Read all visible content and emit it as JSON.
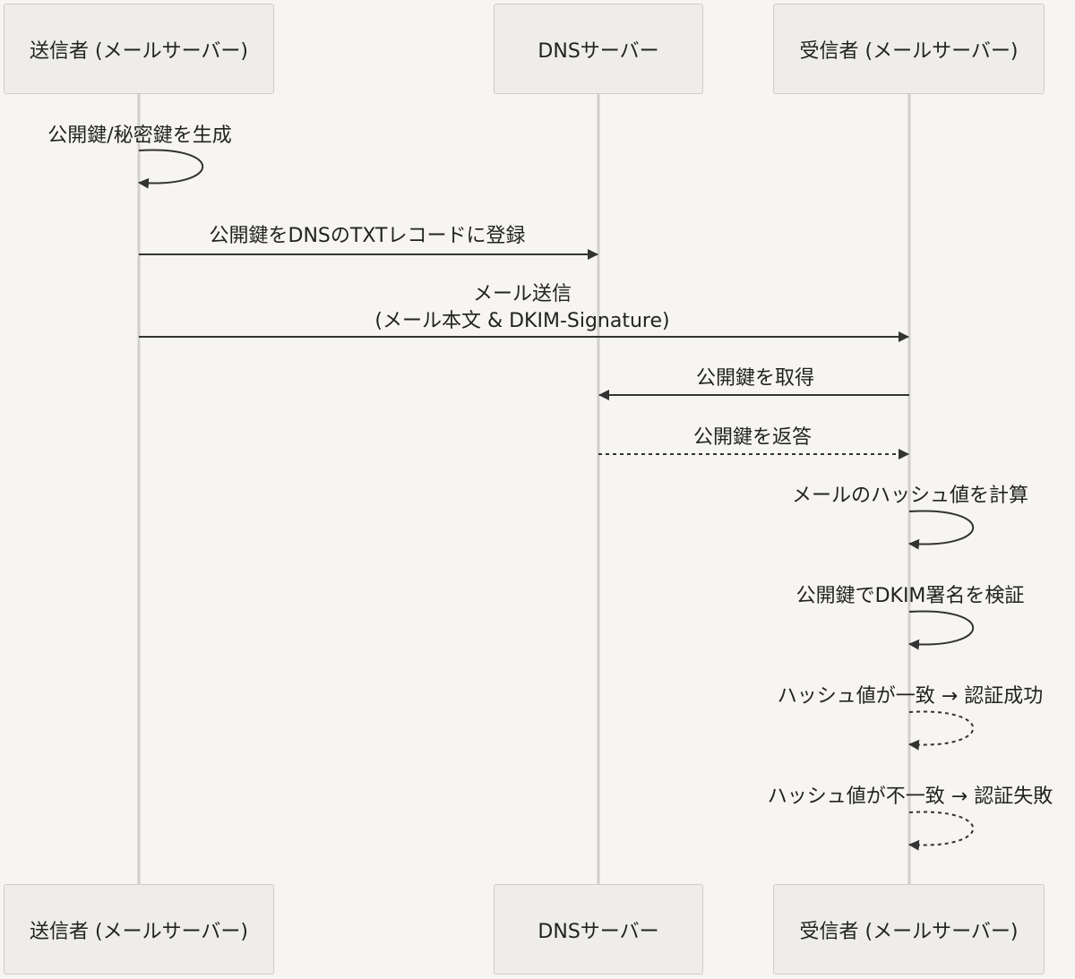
{
  "participants": [
    {
      "id": "sender",
      "label": "送信者 (メールサーバー)"
    },
    {
      "id": "dns",
      "label": "DNSサーバー"
    },
    {
      "id": "receiver",
      "label": "受信者 (メールサーバー)"
    }
  ],
  "messages": [
    {
      "from": "sender",
      "to": "sender",
      "text": "公開鍵/秘密鍵を生成",
      "line": "solid"
    },
    {
      "from": "sender",
      "to": "dns",
      "text": "公開鍵をDNSのTXTレコードに登録",
      "line": "solid"
    },
    {
      "from": "sender",
      "to": "receiver",
      "text": "メール送信\n(メール本文 & DKIM-Signature)",
      "line": "solid"
    },
    {
      "from": "receiver",
      "to": "dns",
      "text": "公開鍵を取得",
      "line": "solid"
    },
    {
      "from": "dns",
      "to": "receiver",
      "text": "公開鍵を返答",
      "line": "dashed"
    },
    {
      "from": "receiver",
      "to": "receiver",
      "text": "メールのハッシュ値を計算",
      "line": "solid"
    },
    {
      "from": "receiver",
      "to": "receiver",
      "text": "公開鍵でDKIM署名を検証",
      "line": "solid"
    },
    {
      "from": "receiver",
      "to": "receiver",
      "text": "ハッシュ値が一致 → 認証成功",
      "line": "dashed"
    },
    {
      "from": "receiver",
      "to": "receiver",
      "text": "ハッシュ値が不一致 → 認証失敗",
      "line": "dashed"
    }
  ],
  "colors": {
    "background": "#f7f5f1",
    "actor_fill": "#eeedea",
    "actor_border": "#cfcdc8",
    "lifeline": "#d2d0cc",
    "arrow": "#333333",
    "text": "#222222"
  }
}
